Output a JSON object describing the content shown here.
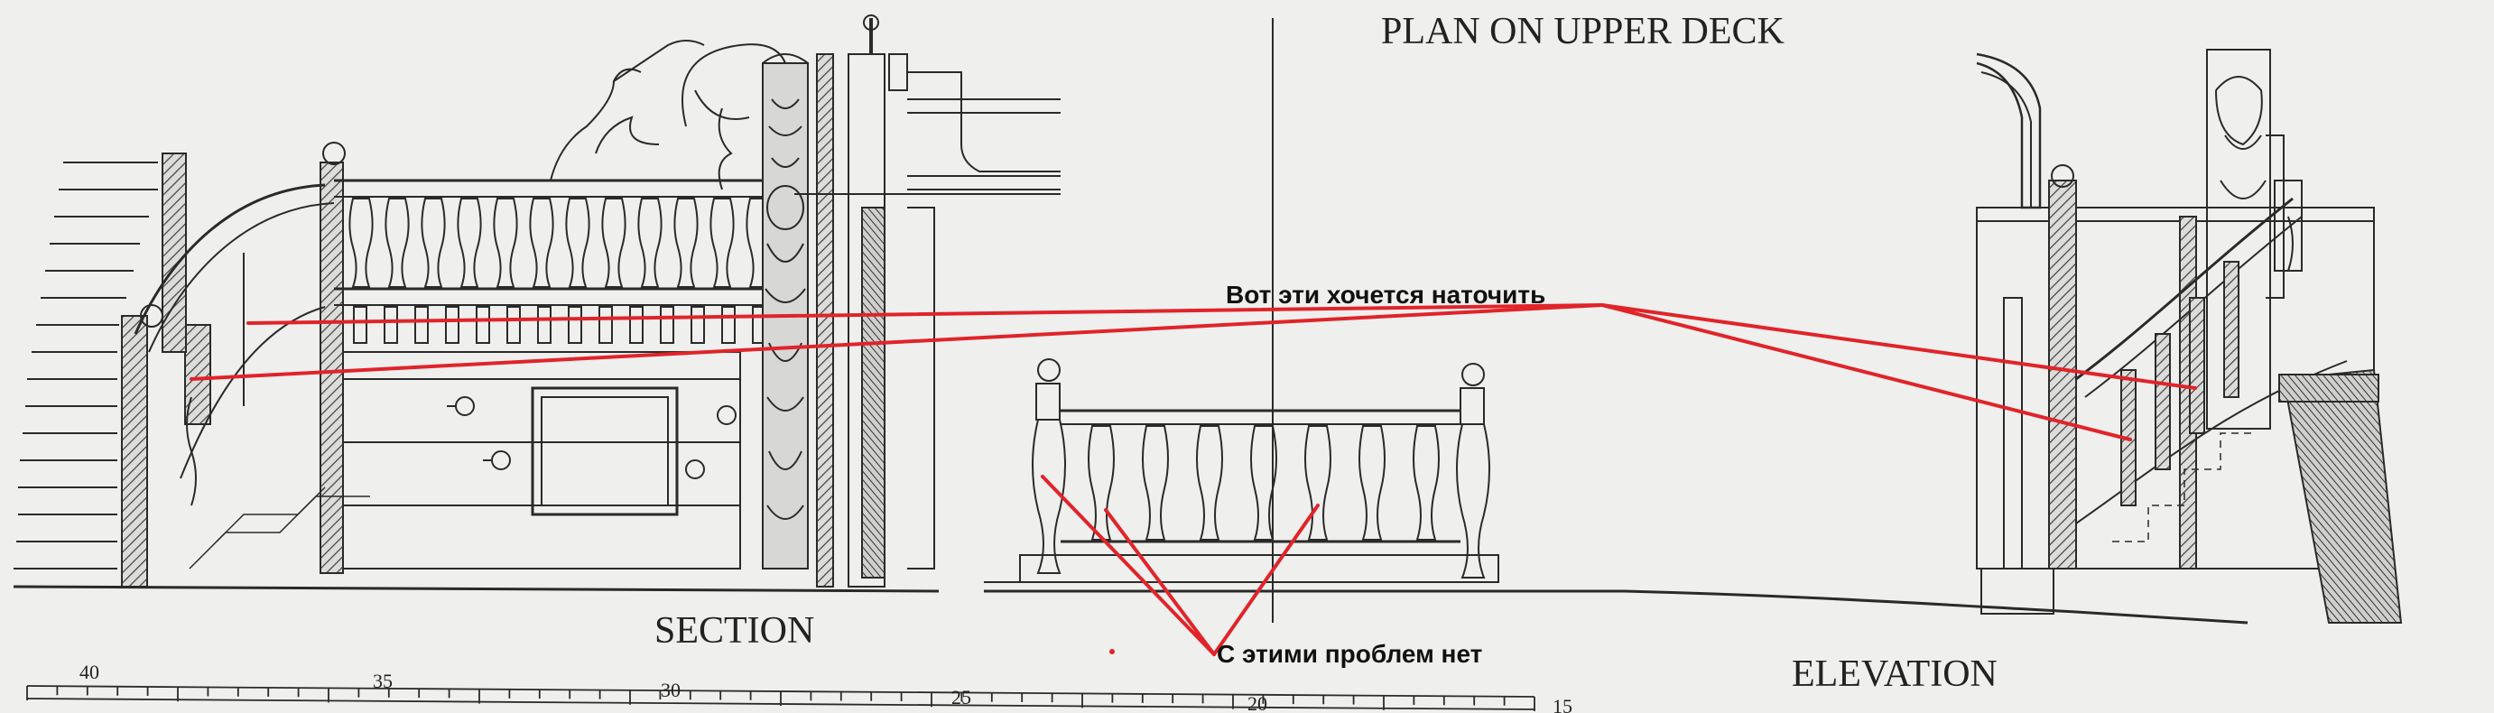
{
  "labels": {
    "plan": "PLAN ON UPPER DECK",
    "section": "SECTION",
    "elevation": "ELEVATION"
  },
  "annotations": {
    "sharpen": "Вот эти хочется наточить",
    "no_problem": "С этими проблем нет"
  },
  "scale": {
    "numbers": [
      "40",
      "35",
      "30",
      "25",
      "20",
      "15"
    ]
  },
  "colors": {
    "ink": "#2a2a2a",
    "annotation": "#e0242a",
    "paper": "#efefed"
  }
}
